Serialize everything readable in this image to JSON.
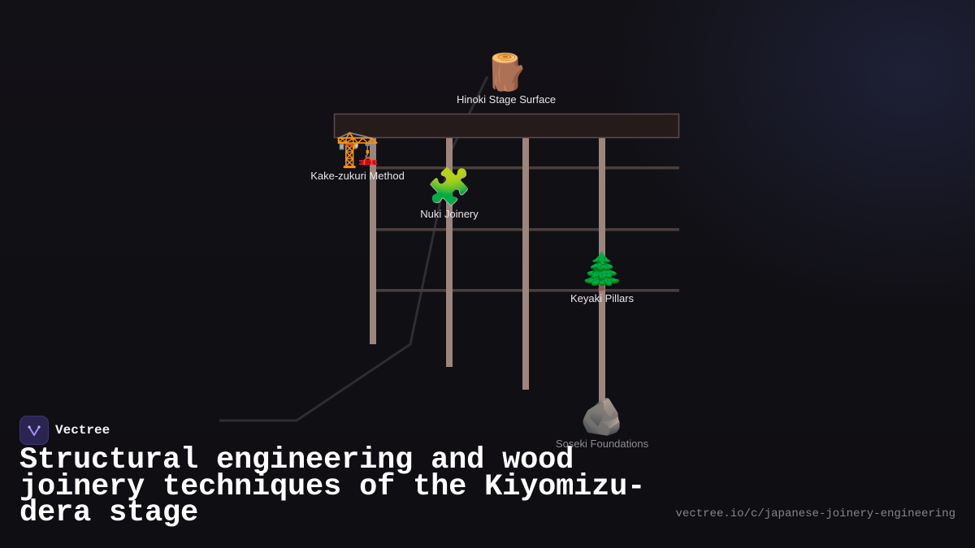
{
  "brand": {
    "name": "Vectree",
    "logo": "vectree-logo-icon"
  },
  "title": "Structural engineering and wood joinery techniques of the Kiyomizu-dera stage",
  "url": "vectree.io/c/japanese-joinery-engineering",
  "colors": {
    "background": "#111014",
    "timber": "#9c857c",
    "deck": "#261b1b",
    "deck_border": "#5d4848",
    "connector": "#2e2e32",
    "accent": "#8b5cf6"
  },
  "nodes": [
    {
      "id": "hinoki",
      "label": "Hinoki Stage Surface",
      "icon": "log-icon",
      "glyph": "🪵"
    },
    {
      "id": "kake",
      "label": "Kake-zukuri Method",
      "icon": "crane-icon",
      "glyph": "🏗️"
    },
    {
      "id": "nuki",
      "label": "Nuki Joinery",
      "icon": "puzzle-piece-icon",
      "glyph": "🧩"
    },
    {
      "id": "keyaki",
      "label": "Keyaki Pillars",
      "icon": "evergreen-tree-icon",
      "glyph": "🌲"
    },
    {
      "id": "soseki",
      "label": "Soseki Foundations",
      "icon": "rock-icon",
      "glyph": "🪨"
    }
  ]
}
